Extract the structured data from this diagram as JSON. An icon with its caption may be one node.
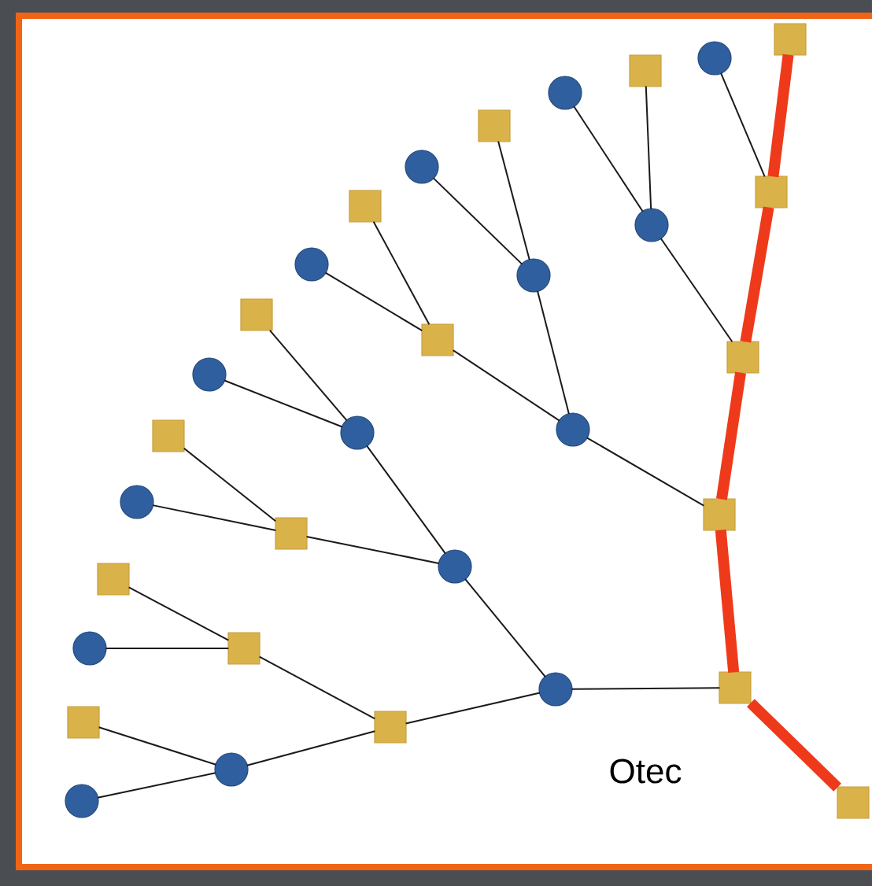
{
  "diagram": {
    "nodes": [
      {
        "text": [],
        "shape": "box"
      },
      {
        "text": [],
        "shape": "circle"
      },
      {
        "text": [],
        "shape": "box"
      },
      {
        "text": [],
        "shape": "circle"
      },
      {
        "text": [],
        "shape": "box"
      },
      {
        "text": [],
        "shape": "circle"
      },
      {
        "text": [],
        "shape": "box"
      },
      {
        "text": [],
        "shape": "box"
      },
      {
        "text": [],
        "shape": "circle"
      },
      {
        "text": [],
        "shape": "circle"
      },
      {
        "text": [],
        "shape": "circle"
      },
      {
        "text": [],
        "shape": "box"
      },
      {
        "text": [],
        "shape": "box"
      },
      {
        "text": [],
        "shape": "box"
      },
      {
        "text": [],
        "shape": "circle"
      },
      {
        "text": [],
        "shape": "circle"
      },
      {
        "text": [],
        "shape": "circle"
      },
      {
        "text": [],
        "shape": "box"
      },
      {
        "text": [],
        "shape": "circle"
      },
      {
        "text": [],
        "shape": "box"
      },
      {
        "text": [],
        "shape": "box"
      },
      {
        "text": [],
        "shape": "circle"
      },
      {
        "text": [],
        "shape": "box"
      },
      {
        "text": [],
        "shape": "circle"
      },
      {
        "text": [],
        "shape": "box"
      },
      {
        "text": [],
        "shape": "circle"
      },
      {
        "text": [],
        "shape": "box"
      },
      {
        "text": [],
        "shape": "box"
      },
      {
        "text": [],
        "shape": "box"
      },
      {
        "text": [],
        "shape": "circle"
      },
      {
        "text": [],
        "shape": "circle"
      },
      {
        "text": [],
        "shape": "box"
      }
    ],
    "edges": [
      {
        "from": 31,
        "to": 26,
        "arrow": "none",
        "style": "thick",
        "color": "#ee3a1a"
      },
      {
        "from": 26,
        "to": 19,
        "arrow": "none",
        "style": "thick",
        "color": "#ee3a1a"
      },
      {
        "from": 19,
        "to": 13,
        "arrow": "none",
        "style": "thick",
        "color": "#ee3a1a"
      },
      {
        "from": 13,
        "to": 6,
        "arrow": "none",
        "style": "thick",
        "color": "#ee3a1a"
      },
      {
        "from": 6,
        "to": 0,
        "arrow": "none",
        "style": "thick",
        "color": "#ee3a1a"
      },
      {
        "from": 6,
        "to": 1,
        "arrow": "none"
      },
      {
        "from": 13,
        "to": 8,
        "arrow": "none"
      },
      {
        "from": 8,
        "to": 2,
        "arrow": "none"
      },
      {
        "from": 8,
        "to": 3,
        "arrow": "none"
      },
      {
        "from": 19,
        "to": 15,
        "arrow": "none"
      },
      {
        "from": 15,
        "to": 10,
        "arrow": "none"
      },
      {
        "from": 15,
        "to": 12,
        "arrow": "none"
      },
      {
        "from": 10,
        "to": 4,
        "arrow": "none"
      },
      {
        "from": 10,
        "to": 5,
        "arrow": "none"
      },
      {
        "from": 12,
        "to": 7,
        "arrow": "none"
      },
      {
        "from": 12,
        "to": 9,
        "arrow": "none"
      },
      {
        "from": 26,
        "to": 25,
        "arrow": "none"
      },
      {
        "from": 25,
        "to": 21,
        "arrow": "none"
      },
      {
        "from": 25,
        "to": 28,
        "arrow": "none"
      },
      {
        "from": 21,
        "to": 16,
        "arrow": "none"
      },
      {
        "from": 21,
        "to": 20,
        "arrow": "none"
      },
      {
        "from": 16,
        "to": 11,
        "arrow": "none"
      },
      {
        "from": 16,
        "to": 14,
        "arrow": "none"
      },
      {
        "from": 20,
        "to": 17,
        "arrow": "none"
      },
      {
        "from": 20,
        "to": 18,
        "arrow": "none"
      },
      {
        "from": 28,
        "to": 24,
        "arrow": "none"
      },
      {
        "from": 24,
        "to": 22,
        "arrow": "none"
      },
      {
        "from": 24,
        "to": 23,
        "arrow": "none"
      },
      {
        "from": 28,
        "to": 29,
        "arrow": "none"
      },
      {
        "from": 29,
        "to": 27,
        "arrow": "none"
      },
      {
        "from": 29,
        "to": 30,
        "arrow": "none"
      }
    ],
    "labels": [
      "Otec"
    ]
  }
}
